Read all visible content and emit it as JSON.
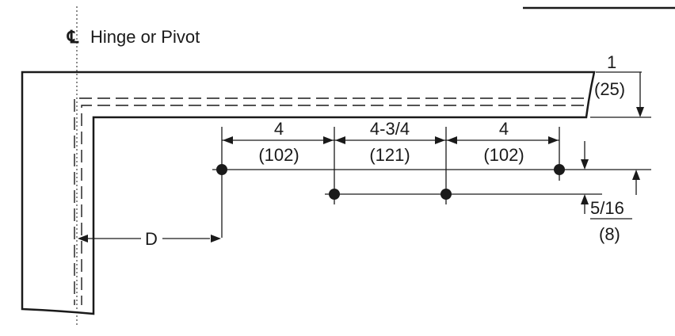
{
  "centerline": {
    "symbol": "℄",
    "label": "Hinge or Pivot"
  },
  "dimensions": {
    "top_thickness": {
      "inch": "1",
      "mm": "(25)"
    },
    "hole_spacing_1": {
      "inch": "4",
      "mm": "(102)"
    },
    "hole_spacing_2": {
      "inch": "4-3/4",
      "mm": "(121)"
    },
    "hole_spacing_3": {
      "inch": "4",
      "mm": "(102)"
    },
    "row_offset": {
      "inch": "5/16",
      "mm": "(8)"
    },
    "pivot_distance": {
      "label": "D"
    }
  }
}
